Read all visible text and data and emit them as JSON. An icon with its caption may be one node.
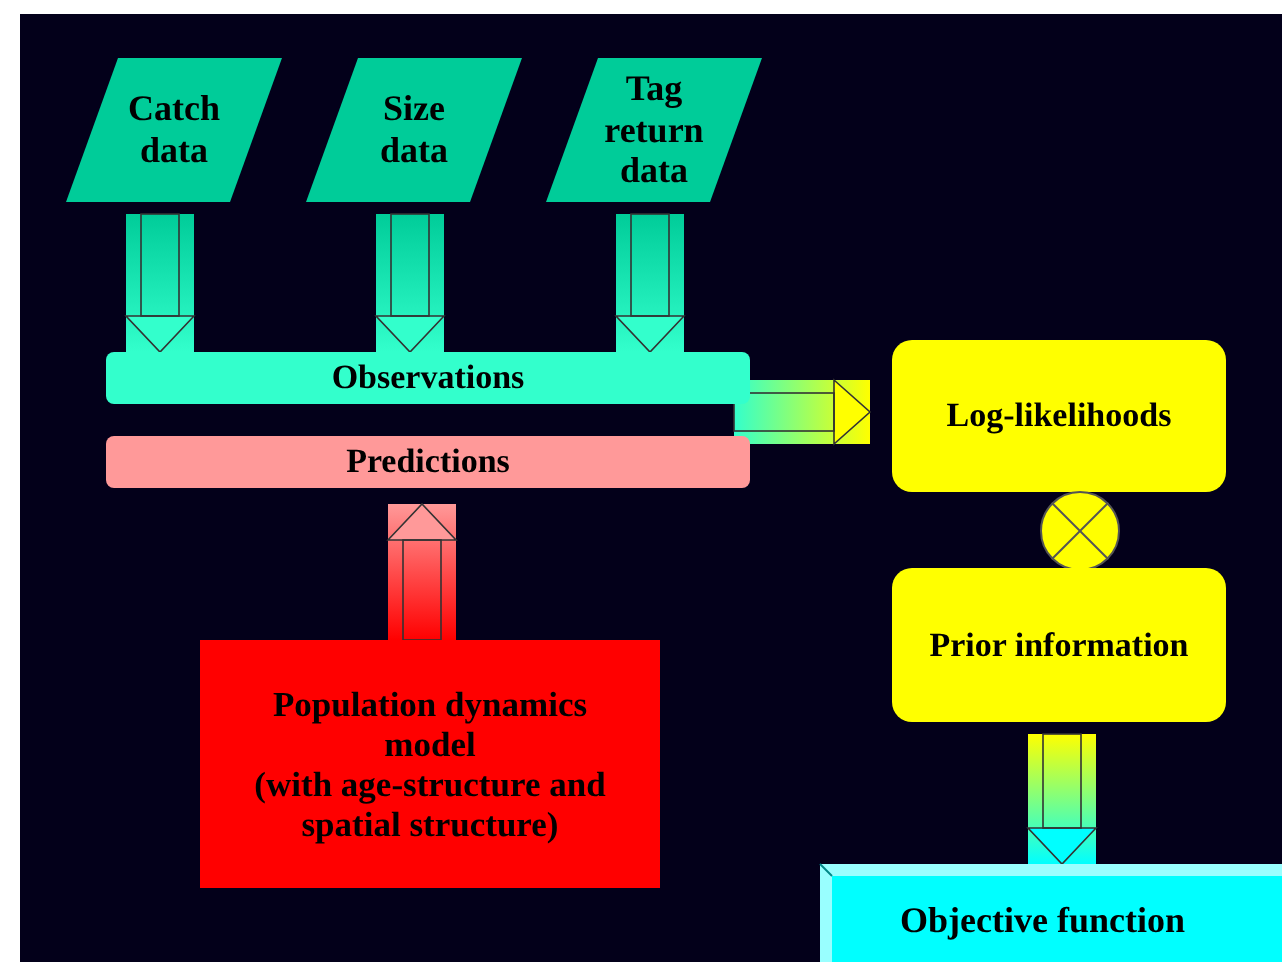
{
  "diagram": {
    "nodes": [
      {
        "text": [
          "Catch data"
        ]
      },
      {
        "text": [
          "Size data"
        ]
      },
      {
        "text": [
          "Tag return data"
        ]
      },
      {
        "text": [
          "Observations"
        ]
      },
      {
        "text": [
          "Predictions"
        ]
      },
      {
        "text": [
          "Population dynamics model",
          "(with age-structure and spatial structure)"
        ]
      },
      {
        "text": [
          "Log-likelihoods"
        ]
      },
      {
        "text": [],
        "shape": "circle"
      },
      {
        "text": [
          "Prior information"
        ]
      },
      {
        "text": [
          "Objective function"
        ]
      }
    ],
    "edges": [
      {
        "from": 0,
        "to": 3,
        "arrow": "to"
      },
      {
        "from": 1,
        "to": 3,
        "arrow": "to"
      },
      {
        "from": 2,
        "to": 3,
        "arrow": "to"
      },
      {
        "from": 3,
        "to": 6,
        "arrow": "to"
      },
      {
        "from": 5,
        "to": 4,
        "arrow": "to"
      },
      {
        "from": 8,
        "to": 9,
        "arrow": "to"
      }
    ]
  }
}
